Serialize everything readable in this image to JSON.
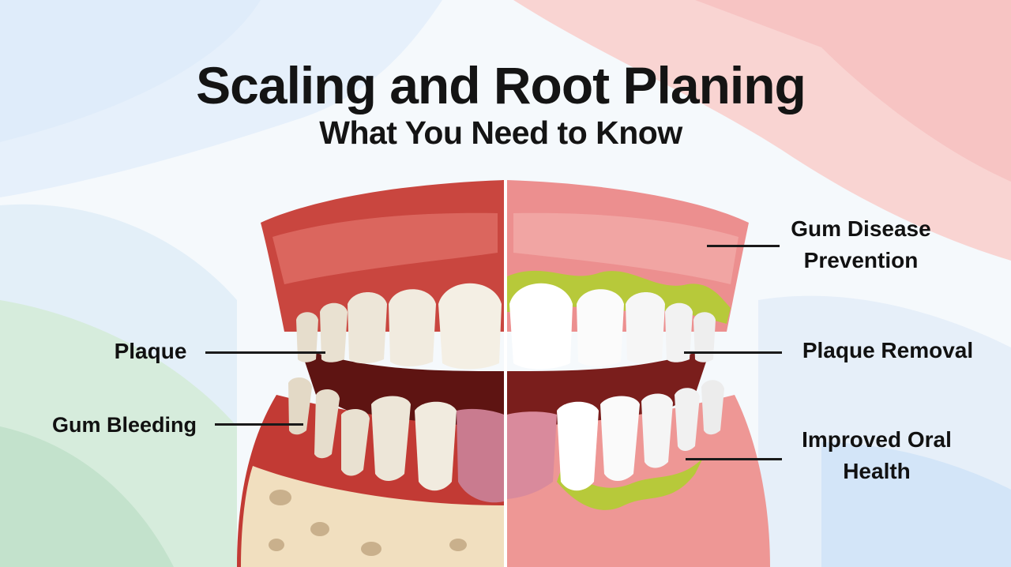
{
  "title": "Scaling and Root Planing",
  "subtitle": "What You Need to Know",
  "labels": {
    "plaque": "Plaque",
    "gum_bleeding": "Gum Bleeding",
    "gum_disease_prevention": "Gum Disease Prevention",
    "plaque_removal": "Plaque Removal",
    "improved_oral_health": "Improved Oral Health"
  },
  "colors": {
    "background_left": "#cfe4f7",
    "background_right": "#f7c9c9",
    "background_green": "#cfe8d6",
    "gum_unhealthy": "#c9463f",
    "gum_healthy": "#ec8f8f",
    "plaque_tartar": "#b7c93a",
    "tooth": "#f4efe4",
    "bone": "#f1dfbf"
  }
}
